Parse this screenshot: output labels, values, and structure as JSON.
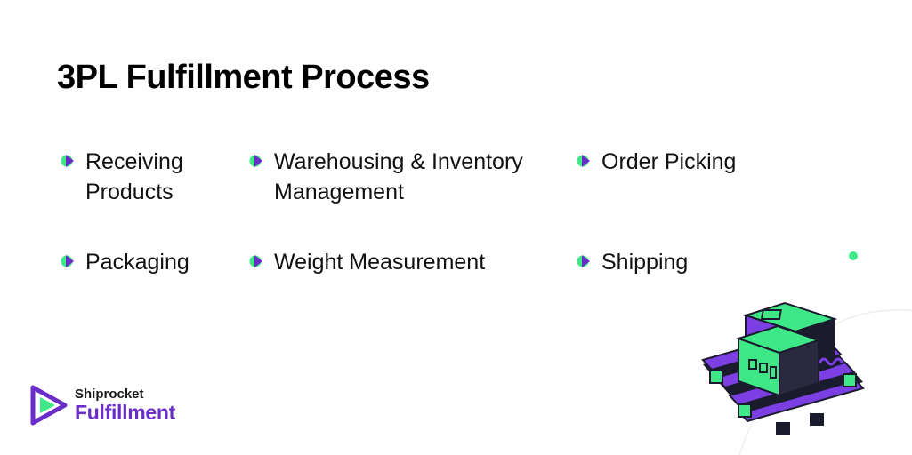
{
  "title": "3PL Fulfillment Process",
  "steps": [
    {
      "label": "Receiving Products"
    },
    {
      "label": "Warehousing & Inventory Management"
    },
    {
      "label": "Order Picking"
    },
    {
      "label": "Packaging"
    },
    {
      "label": "Weight Measurement"
    },
    {
      "label": "Shipping"
    }
  ],
  "logo": {
    "sub": "Shiprocket",
    "main": "Fulfillment"
  },
  "colors": {
    "purple": "#6a2ec8",
    "green": "#3ee886",
    "dark": "#1b1b2e"
  },
  "icons": {
    "bullet": "arrow-bullet-icon",
    "logo": "play-logo-icon",
    "illustration": "boxes-on-pallet-icon"
  }
}
